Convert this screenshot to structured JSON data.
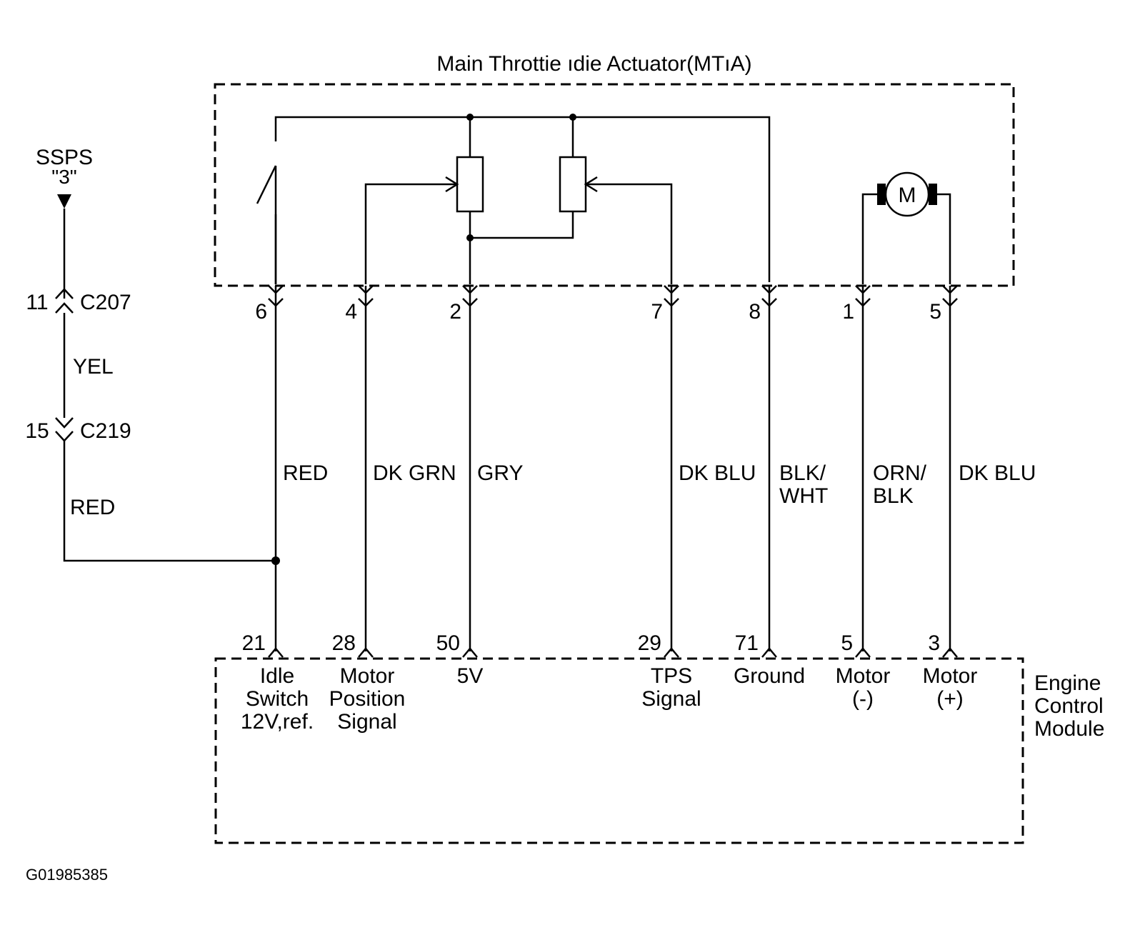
{
  "title": "Main Throttie ıdie Actuator(MTıA)",
  "ssps": {
    "name": "SSPS",
    "sub": "\"3\""
  },
  "connectors": {
    "c207": {
      "pin": "11",
      "name": "C207"
    },
    "c219": {
      "pin": "15",
      "name": "C219"
    }
  },
  "ssps_wires": {
    "upper": "YEL",
    "lower": "RED"
  },
  "circuits": [
    {
      "mtia_pin": "6",
      "color": [
        "RED"
      ],
      "ecm_pin": "21",
      "ecm_label": [
        "Idle",
        "Switch",
        "12V,ref."
      ]
    },
    {
      "mtia_pin": "4",
      "color": [
        "DK GRN"
      ],
      "ecm_pin": "28",
      "ecm_label": [
        "Motor",
        "Position",
        "Signal"
      ]
    },
    {
      "mtia_pin": "2",
      "color": [
        "GRY"
      ],
      "ecm_pin": "50",
      "ecm_label": [
        "5V"
      ]
    },
    {
      "mtia_pin": "7",
      "color": [
        "DK BLU"
      ],
      "ecm_pin": "29",
      "ecm_label": [
        "TPS",
        "Signal"
      ]
    },
    {
      "mtia_pin": "8",
      "color": [
        "BLK/",
        "WHT"
      ],
      "ecm_pin": "71",
      "ecm_label": [
        "Ground"
      ]
    },
    {
      "mtia_pin": "1",
      "color": [
        "ORN/",
        "BLK"
      ],
      "ecm_pin": "5",
      "ecm_label": [
        "Motor",
        "(-)"
      ]
    },
    {
      "mtia_pin": "5",
      "color": [
        "DK BLU"
      ],
      "ecm_pin": "3",
      "ecm_label": [
        "Motor",
        "(+)"
      ]
    }
  ],
  "motor_symbol": "M",
  "ecm_name": [
    "Engine",
    "Control",
    "Module"
  ],
  "figure_id": "G01985385"
}
